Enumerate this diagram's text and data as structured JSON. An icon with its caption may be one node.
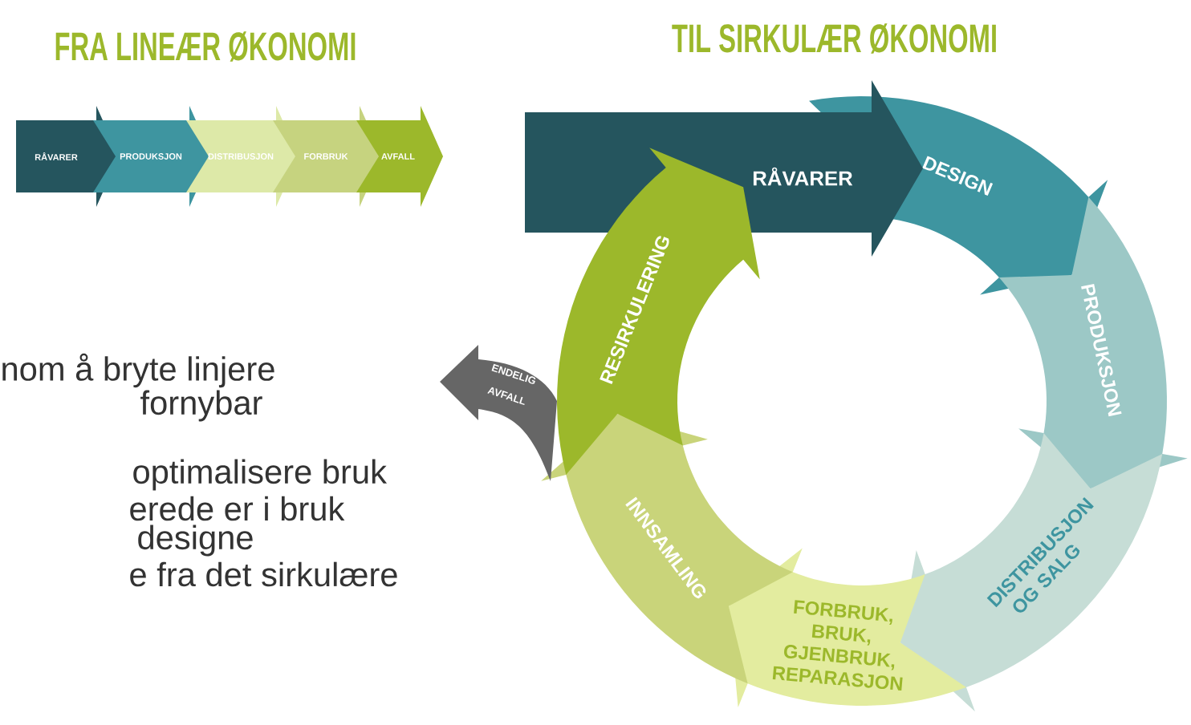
{
  "diagram": {
    "nodes": [
      {
        "text": [
          "RÅVARER"
        ]
      },
      {
        "text": [
          "PRODUKSJON"
        ]
      },
      {
        "text": [
          "DISTRIBUSJON"
        ]
      },
      {
        "text": [
          "FORBRUK"
        ]
      },
      {
        "text": [
          "AVFALL"
        ]
      },
      {
        "text": [
          "RÅVARER"
        ]
      },
      {
        "text": [
          "DESIGN"
        ]
      },
      {
        "text": [
          "PRODUKSJON"
        ]
      },
      {
        "text": [
          "DISTRIBUSJON OG SALG"
        ]
      },
      {
        "text": [
          "FORBRUK, BRUK, GJENBRUK, REPARASJON"
        ]
      },
      {
        "text": [
          "INNSAMLING"
        ]
      },
      {
        "text": [
          "RESIRKULERING"
        ]
      },
      {
        "text": [
          "ENDELIG AVFALL"
        ]
      }
    ],
    "labels": [
      "FRA LINEÆR ØKONOMI",
      "TIL SIRKULÆR ØKONOMI",
      "nom å bryte linjere",
      "fornybar",
      "optimalisere bruk",
      "erede er i bruk",
      "designe",
      "e fra det sirkulære"
    ]
  }
}
